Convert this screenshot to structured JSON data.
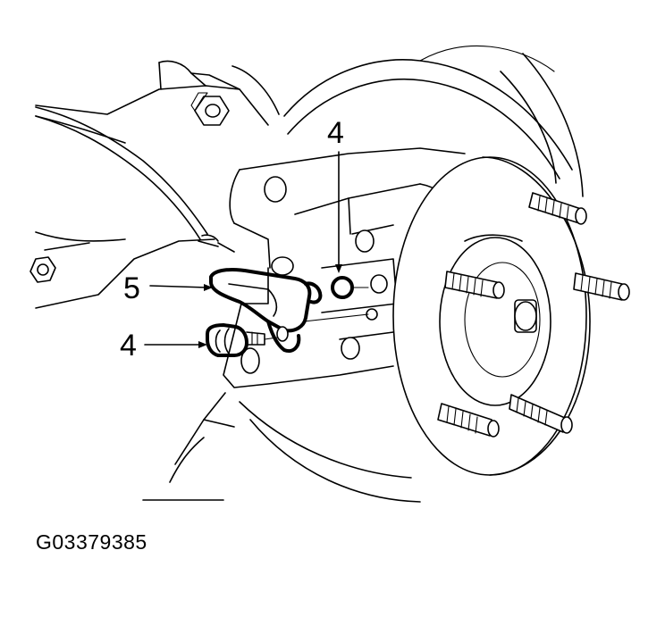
{
  "figure": {
    "id": "G03379385"
  },
  "callouts": [
    {
      "number": "4",
      "part": "o-ring"
    },
    {
      "number": "5",
      "part": "speed-sensor"
    },
    {
      "number": "4",
      "part": "bolt"
    }
  ]
}
